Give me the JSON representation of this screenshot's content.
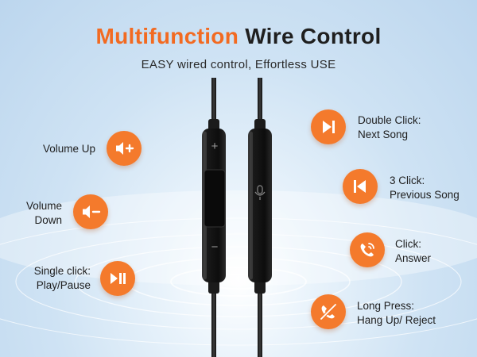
{
  "header": {
    "title_accent": "Multifunction",
    "title_rest": "Wire Control",
    "subtitle": "EASY wired control, Effortless USE"
  },
  "colors": {
    "accent": "#f26a21",
    "button": "#f47a2c"
  },
  "left_controls": {
    "volume_up": {
      "lines": [
        "Volume Up"
      ],
      "icon": "volume-up-icon"
    },
    "volume_down": {
      "lines": [
        "Volume",
        "Down"
      ],
      "icon": "volume-down-icon"
    },
    "play_pause": {
      "lines": [
        "Single click:",
        "Play/Pause"
      ],
      "icon": "play-pause-icon"
    }
  },
  "right_controls": {
    "next_song": {
      "lines": [
        "Double Click:",
        "Next Song"
      ],
      "icon": "next-track-icon"
    },
    "previous_song": {
      "lines": [
        "3 Click:",
        "Previous Song"
      ],
      "icon": "previous-track-icon"
    },
    "answer": {
      "lines": [
        "Click:",
        "Answer"
      ],
      "icon": "phone-answer-icon"
    },
    "hang_up": {
      "lines": [
        "Long Press:",
        "Hang Up/ Reject"
      ],
      "icon": "phone-hangup-icon"
    }
  },
  "remote": {
    "plus_symbol": "+",
    "minus_symbol": "−"
  }
}
